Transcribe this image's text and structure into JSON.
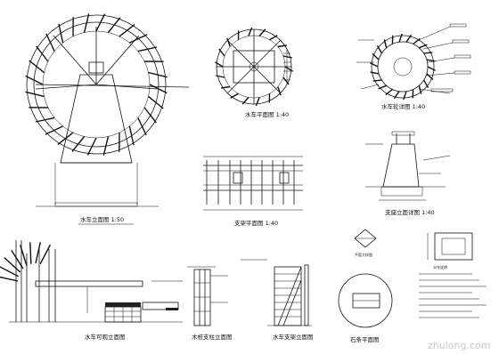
{
  "drawing": {
    "views": {
      "elevation_main": {
        "title": "水车立面图  1:50"
      },
      "wheel_plan": {
        "title": "水车平面图  1:40"
      },
      "wheel_detail": {
        "title": "水车轮详图  1:40"
      },
      "support_plan": {
        "title": "支架平面图  1:40"
      },
      "support_section": {
        "title": "支座立面详图  1:40"
      },
      "water_elev": {
        "title": "水车可观立面图"
      },
      "post_elev": {
        "title": "木桩支柱立面图"
      },
      "frame_elev": {
        "title": "水车支架立面图"
      },
      "stone_plan": {
        "title": "石条平面图"
      },
      "small_detail": {
        "title": "平面大样图"
      },
      "notes_block": {
        "title": "水车说明"
      }
    },
    "watermark": "zhulong.com"
  }
}
